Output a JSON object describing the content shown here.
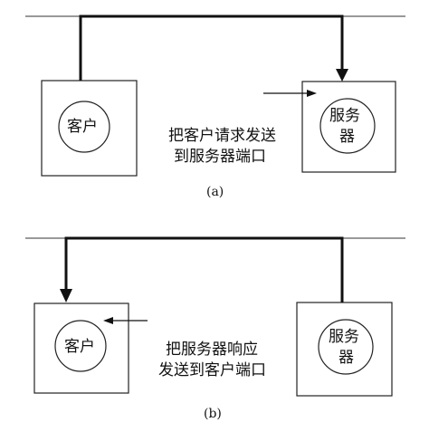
{
  "diagram_a": {
    "client_label": "客户",
    "server_label_line1": "服务",
    "server_label_line2": "器",
    "message_line1": "把客户请求发送",
    "message_line2": "到服务器端口",
    "caption": "(a)"
  },
  "diagram_b": {
    "client_label": "客户",
    "server_label_line1": "服务",
    "server_label_line2": "器",
    "message_line1": "把服务器响应",
    "message_line2": "发送到客户端口",
    "caption": "(b)"
  }
}
